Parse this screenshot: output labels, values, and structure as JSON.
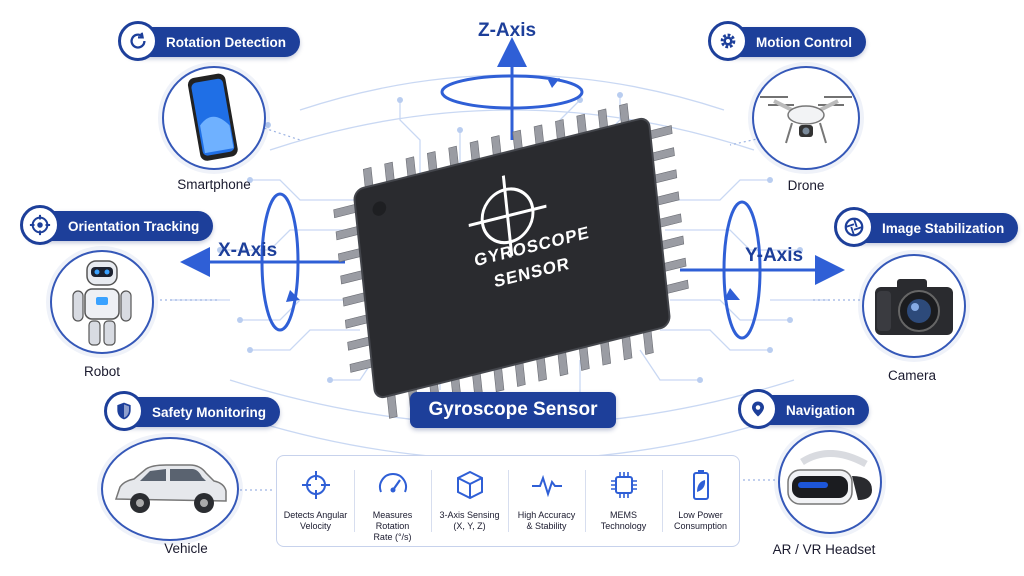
{
  "axes": {
    "z": "Z-Axis",
    "x": "X-Axis",
    "y": "Y-Axis"
  },
  "chip": {
    "line1": "GYROSCOPE",
    "line2": "SENSOR"
  },
  "title": "Gyroscope Sensor",
  "applications": [
    {
      "label": "Rotation Detection",
      "device": "Smartphone",
      "icon": "rotate-icon"
    },
    {
      "label": "Orientation Tracking",
      "device": "Robot",
      "icon": "target-icon"
    },
    {
      "label": "Safety Monitoring",
      "device": "Vehicle",
      "icon": "shield-icon"
    },
    {
      "label": "Motion Control",
      "device": "Drone",
      "icon": "gear-icon"
    },
    {
      "label": "Image Stabilization",
      "device": "Camera",
      "icon": "aperture-icon"
    },
    {
      "label": "Navigation",
      "device": "AR / VR Headset",
      "icon": "location-pin-icon"
    }
  ],
  "features": [
    {
      "line1": "Detects Angular",
      "line2": "Velocity",
      "icon": "crosshair-icon"
    },
    {
      "line1": "Measures Rotation",
      "line2": "Rate (°/s)",
      "icon": "gauge-icon"
    },
    {
      "line1": "3-Axis Sensing",
      "line2": "(X, Y, Z)",
      "icon": "cube-icon"
    },
    {
      "line1": "High Accuracy",
      "line2": "& Stability",
      "icon": "pulse-icon"
    },
    {
      "line1": "MEMS",
      "line2": "Technology",
      "icon": "chip-icon"
    },
    {
      "line1": "Low Power",
      "line2": "Consumption",
      "icon": "battery-leaf-icon"
    }
  ],
  "colors": {
    "primary": "#1d3f9a",
    "accent": "#2f5fd6",
    "chip": "#2a2b2f",
    "circuit": "#b9cdf0"
  }
}
